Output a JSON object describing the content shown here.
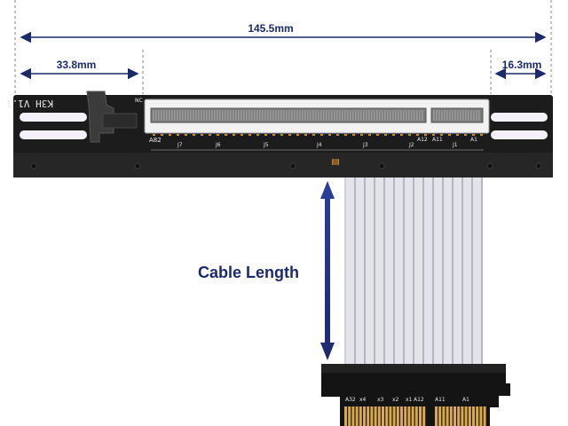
{
  "dimensions": {
    "total_length": "145.5mm",
    "left_offset": "33.8mm",
    "right_offset": "16.3mm"
  },
  "board_marking": "K3H V1.1",
  "cable_label": "Cable Length",
  "slot_labels": {
    "a82": "A82",
    "j7": "J7",
    "j6": "J6",
    "j5": "J5",
    "j4": "J4",
    "j3": "J3",
    "j2": "J2",
    "a12": "A12",
    "a11": "A11",
    "j1": "J1",
    "a1": "A1",
    "nc": "NC"
  },
  "connector_labels": {
    "a32": "A32",
    "x4": "x4",
    "x3": "x3",
    "x2": "x2",
    "x1": "x1",
    "a12": "A12",
    "a11": "A11",
    "a1": "A1"
  },
  "colors": {
    "dimension": "#1b2a6b",
    "board": "#1c1c1c",
    "cable": "#cfcfd8",
    "gold": "#d9a94a"
  }
}
